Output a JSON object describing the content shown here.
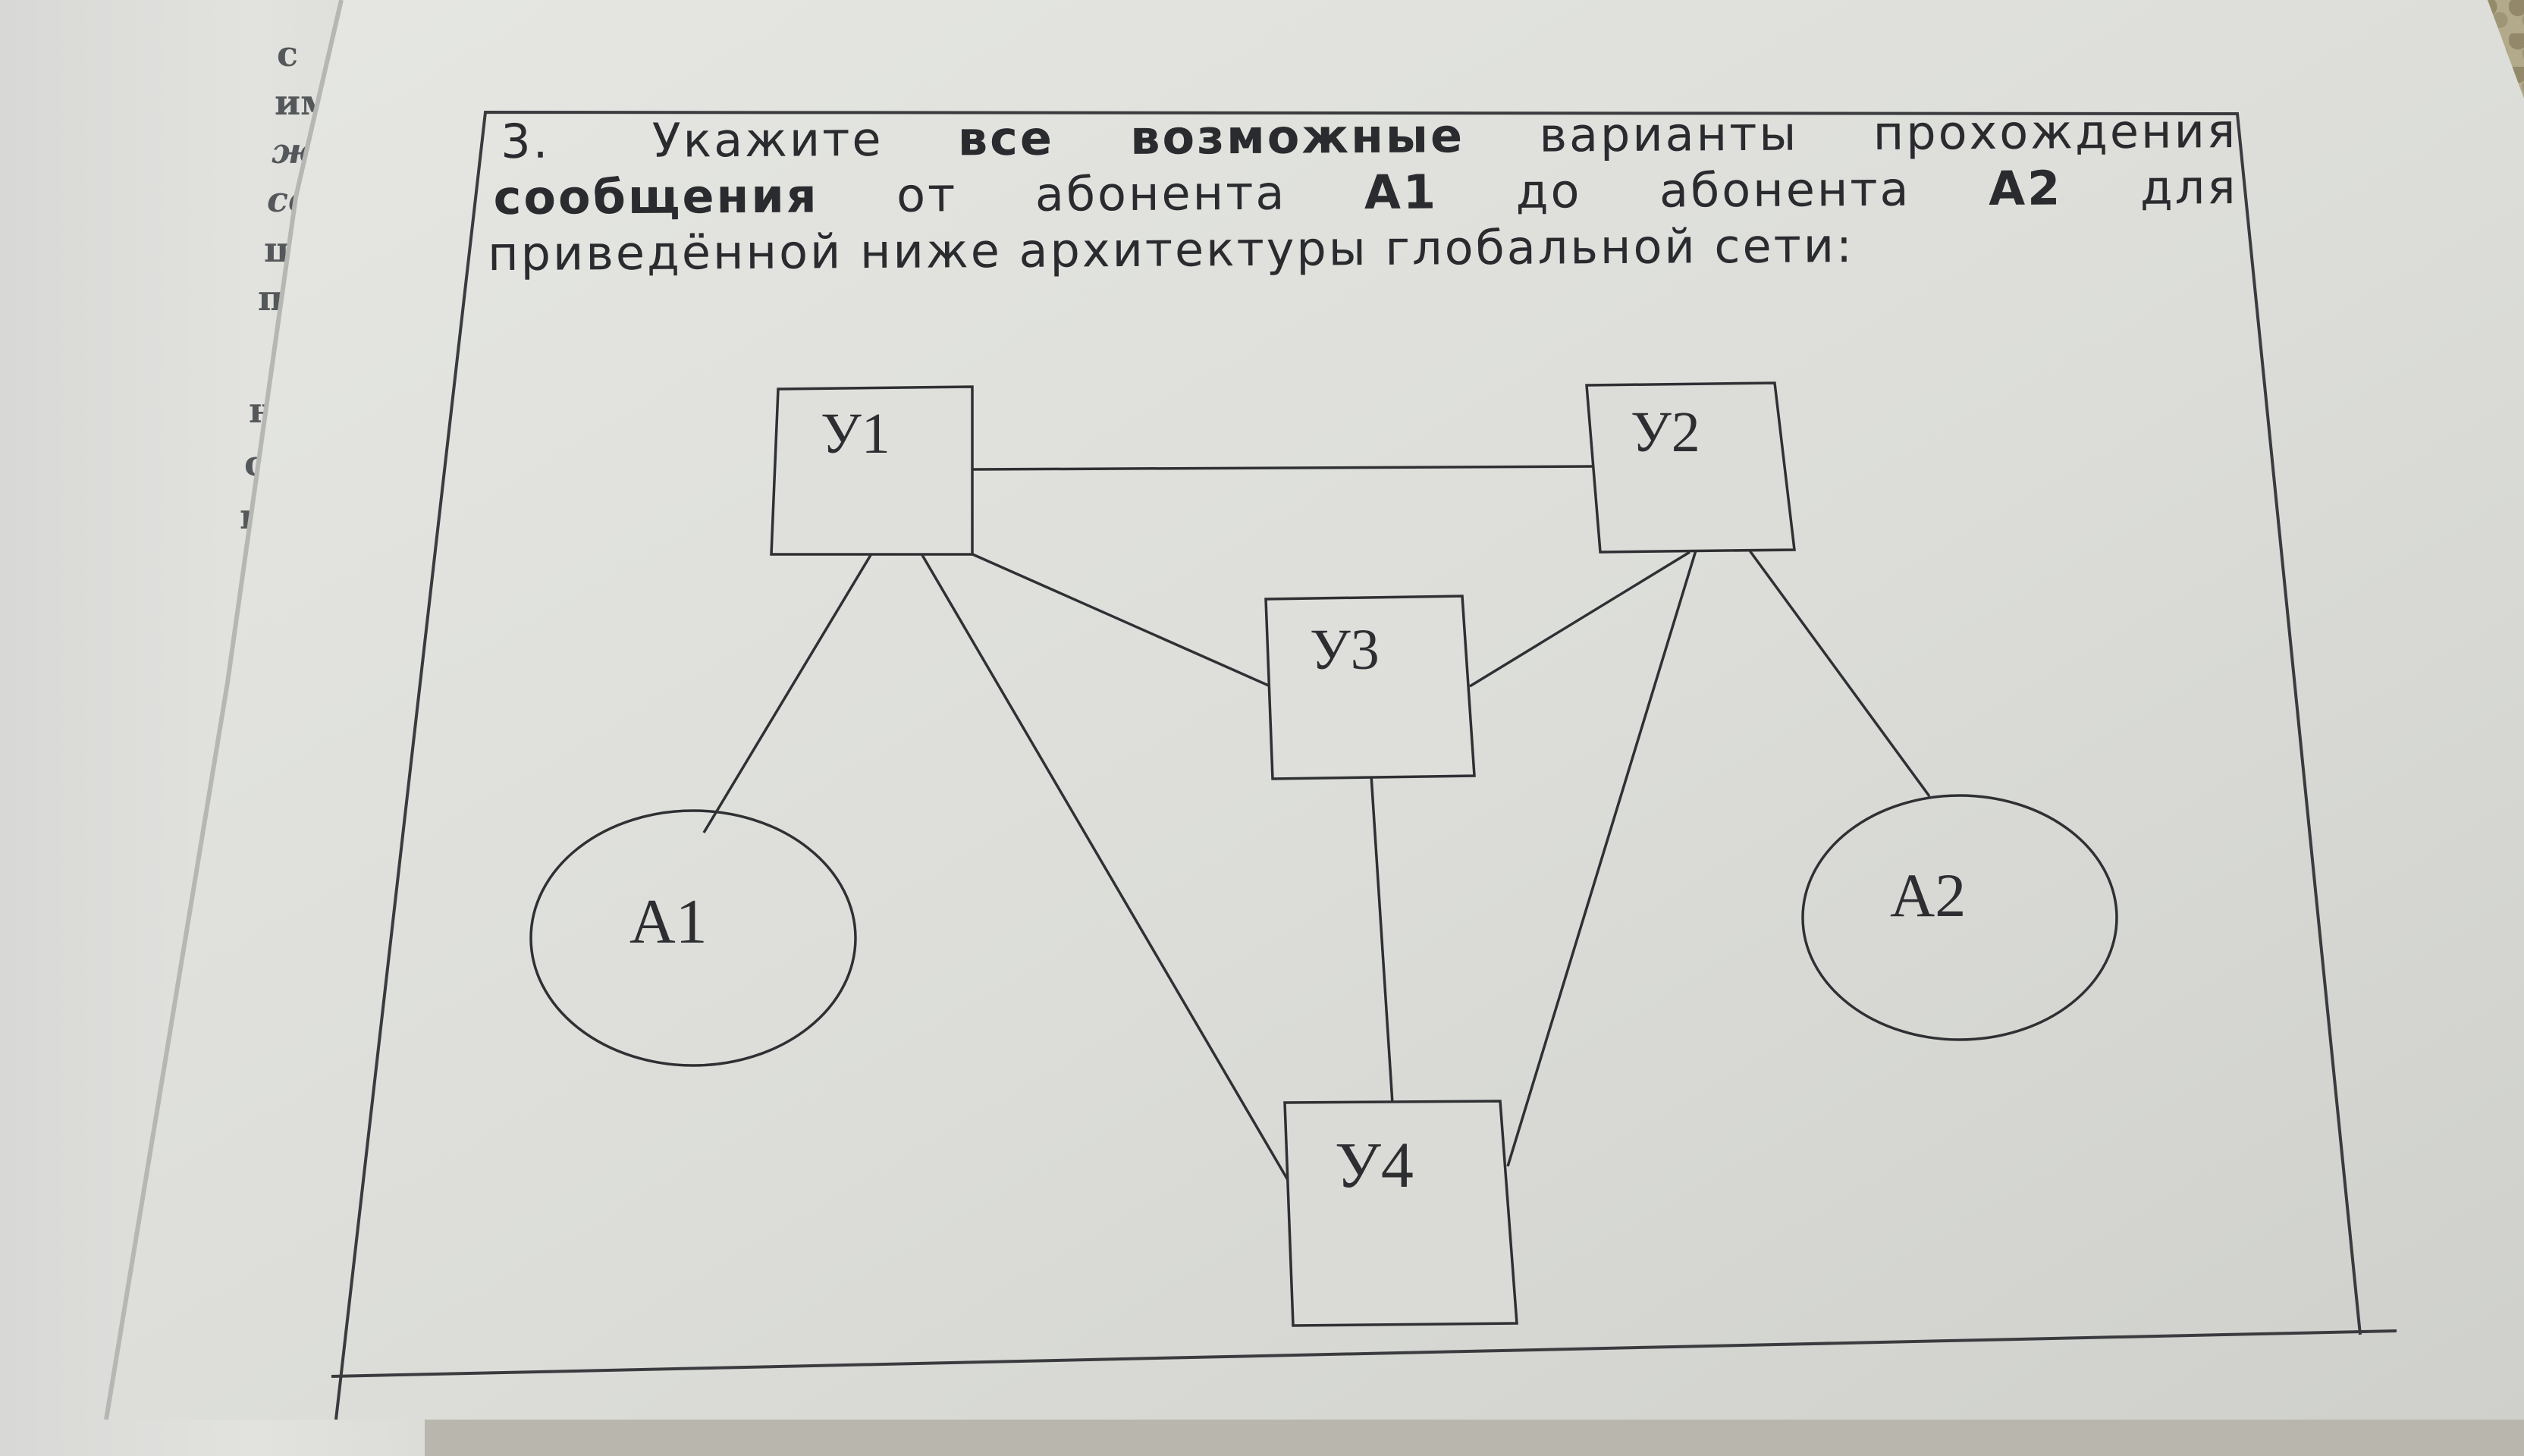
{
  "task": {
    "number": "3.",
    "line1": {
      "pre": "Укажите",
      "bold": "все возможные",
      "post": "варианты прохождения"
    },
    "line2": {
      "bold1": "сообщения",
      "mid1": "от абонента",
      "bold2": "А1",
      "mid2": "до абонента",
      "bold3": "А2",
      "post": "для"
    },
    "line3": "приведённой ниже архитектуры глобальной сети:"
  },
  "diagram": {
    "nodes": {
      "u1": "У1",
      "u2": "У2",
      "u3": "У3",
      "u4": "У4",
      "a1": "А1",
      "a2": "А2"
    },
    "edges": [
      [
        "У1",
        "У2"
      ],
      [
        "У1",
        "У3"
      ],
      [
        "У1",
        "У4"
      ],
      [
        "У1",
        "А1"
      ],
      [
        "У2",
        "У3"
      ],
      [
        "У2",
        "У4"
      ],
      [
        "У2",
        "А2"
      ],
      [
        "У3",
        "У4"
      ]
    ]
  },
  "background_page_fragments": [
    "с",
    "им",
    "ж",
    "се",
    "ц",
    "п",
    "н",
    "с",
    "г"
  ],
  "colors": {
    "paper": "#dedfdb",
    "ink": "#2d2e31",
    "background_page": "#e0e1dd"
  }
}
